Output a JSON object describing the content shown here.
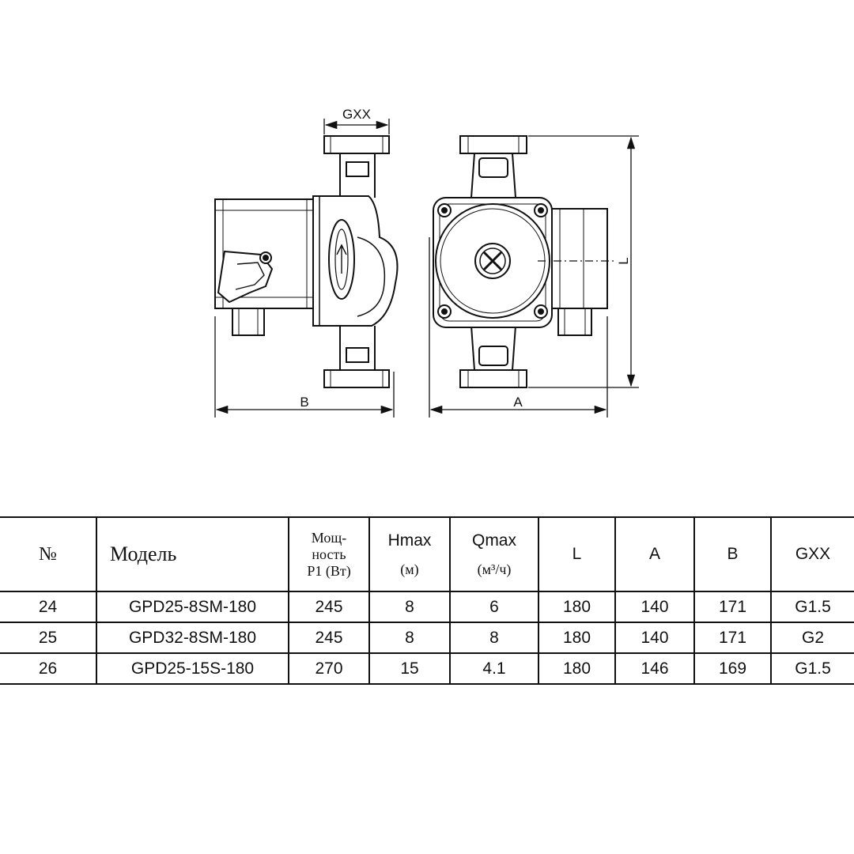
{
  "diagram": {
    "labels": {
      "gxx": "GXX",
      "b": "B",
      "a": "A",
      "l": "L"
    }
  },
  "table": {
    "headers": {
      "no": "№",
      "model": "Модель",
      "power_line1": "Мощ-",
      "power_line2": "ность",
      "power_line3": "P1 (Вт)",
      "hmax": "Hmax",
      "hmax_unit": "(м)",
      "qmax": "Qmax",
      "qmax_unit": "(м³/ч)",
      "l": "L",
      "a": "A",
      "b": "B",
      "gxx": "GXX"
    },
    "rows": [
      {
        "no": "24",
        "model": "GPD25-8SM-180",
        "power": "245",
        "hmax": "8",
        "qmax": "6",
        "l": "180",
        "a": "140",
        "b": "171",
        "gxx": "G1.5"
      },
      {
        "no": "25",
        "model": "GPD32-8SM-180",
        "power": "245",
        "hmax": "8",
        "qmax": "8",
        "l": "180",
        "a": "140",
        "b": "171",
        "gxx": "G2"
      },
      {
        "no": "26",
        "model": "GPD25-15S-180",
        "power": "270",
        "hmax": "15",
        "qmax": "4.1",
        "l": "180",
        "a": "146",
        "b": "169",
        "gxx": "G1.5"
      }
    ]
  }
}
